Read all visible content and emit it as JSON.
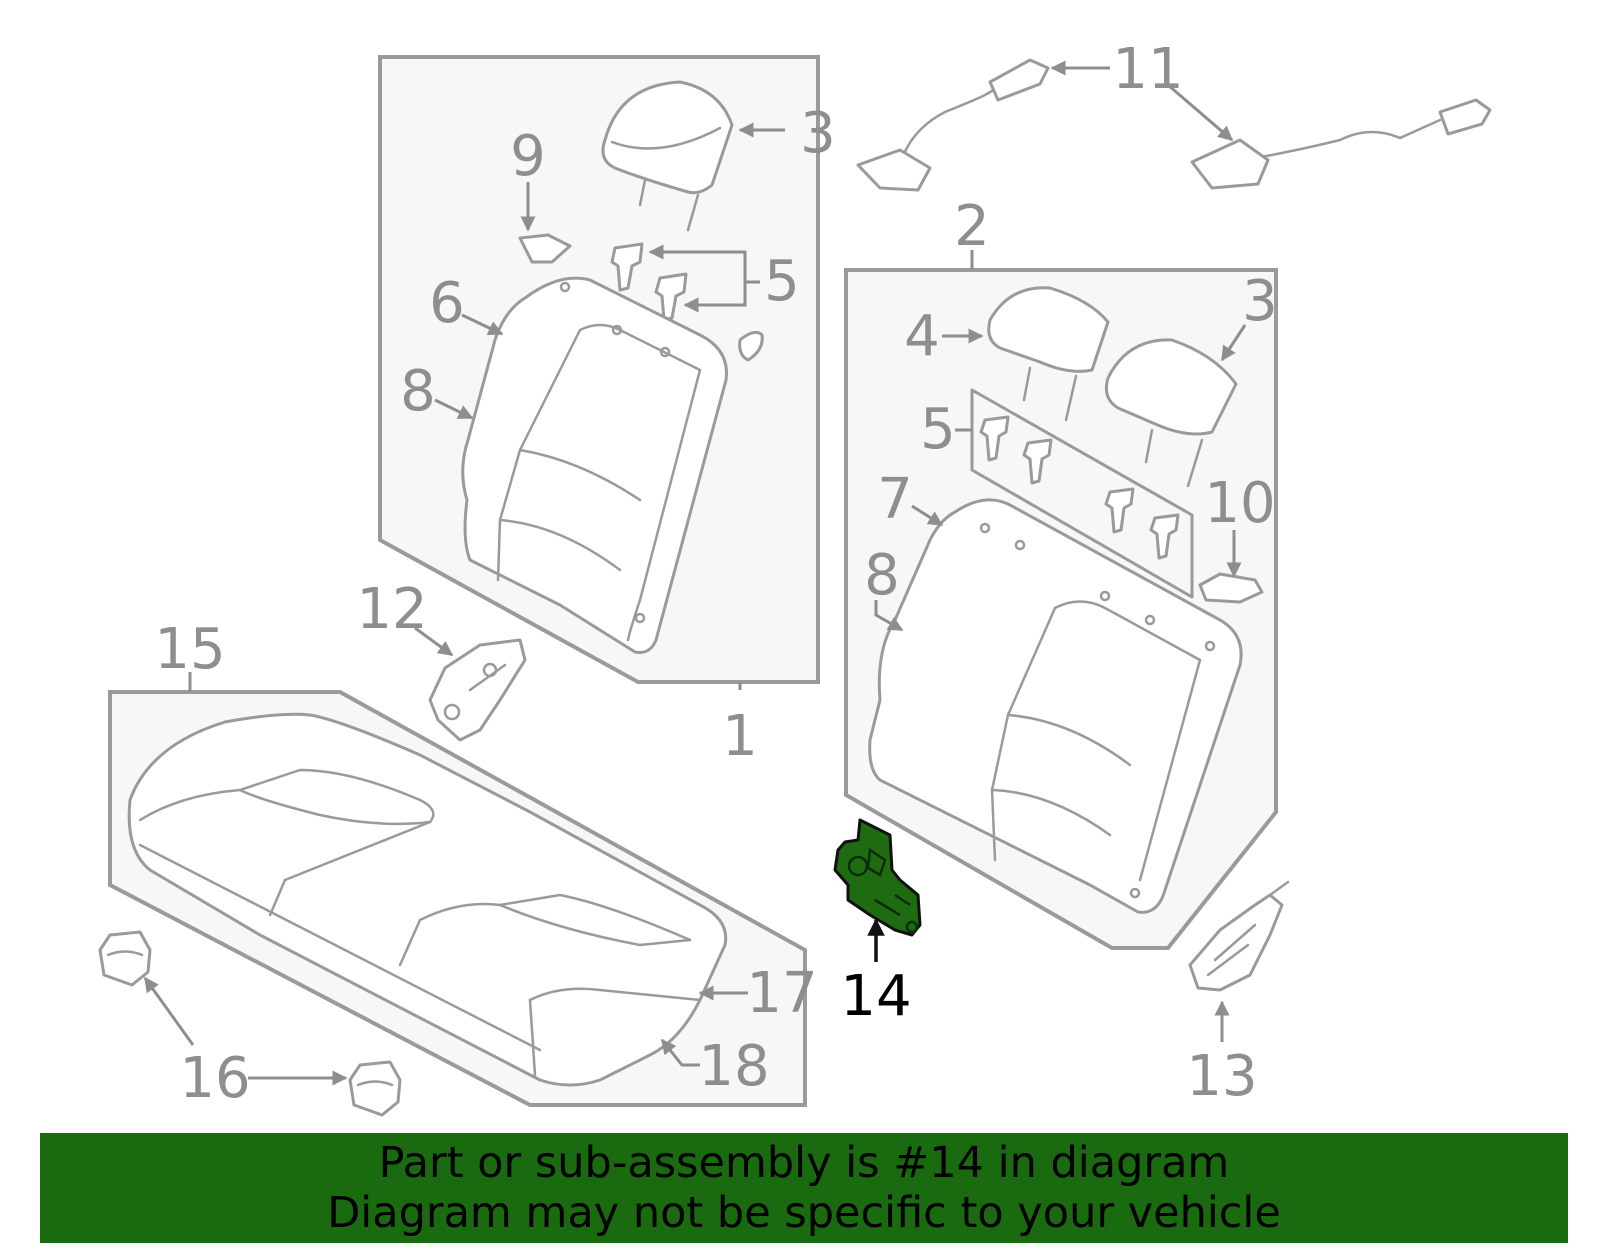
{
  "callouts": {
    "c1": "1",
    "c2": "2",
    "c3a": "3",
    "c3b": "3",
    "c4": "4",
    "c5a": "5",
    "c5b": "5",
    "c6": "6",
    "c7": "7",
    "c8a": "8",
    "c8b": "8",
    "c9": "9",
    "c10": "10",
    "c11": "11",
    "c12": "12",
    "c13": "13",
    "c14": "14",
    "c15": "15",
    "c16": "16",
    "c17": "17",
    "c18": "18"
  },
  "highlight": {
    "part_number": "14",
    "color": "#1e6b12"
  },
  "banner": {
    "line1": "Part or sub-assembly is #14 in diagram",
    "line2": "Diagram may not be specific to your vehicle",
    "background": "#1a6a10"
  },
  "colors": {
    "outline": "#9a9a9a",
    "panel_fill": "#f7f7f7"
  }
}
